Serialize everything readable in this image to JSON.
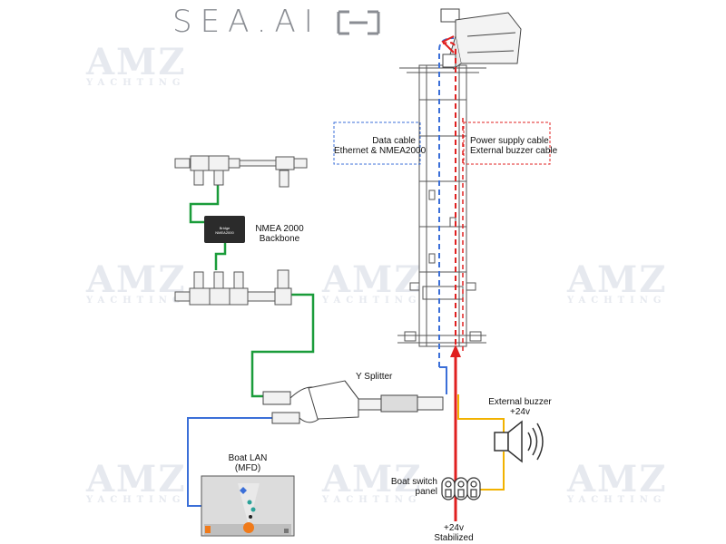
{
  "brand": {
    "logo_text": "SEA.AI",
    "watermark_main": "AMZ",
    "watermark_sub": "YACHTING"
  },
  "labels": {
    "data_cable": [
      "Data cable",
      "Ethernet & NMEA2000"
    ],
    "power_cable": [
      "Power supply cable",
      "External buzzer cable"
    ],
    "nmea_backbone": [
      "NMEA 2000",
      "Backbone"
    ],
    "y_splitter": "Y Splitter",
    "external_buzzer": [
      "External buzzer",
      "+24v"
    ],
    "boat_lan": [
      "Boat LAN",
      "(MFD)"
    ],
    "switch_panel": [
      "Boat switch",
      "panel"
    ],
    "power_source": [
      "+24v",
      "Stabilized"
    ],
    "nmea_device": [
      "Bridge",
      "NMEA2000"
    ]
  },
  "colors": {
    "data_cable": "#3b6fd8",
    "power_cable": "#e02020",
    "nmea_cable": "#1a9c3a",
    "buzzer_cable": "#f2b200",
    "device": "#2b2b2b",
    "screen_bg": "#dcdcdc",
    "orange_indicator": "#f07a1a"
  },
  "icons": [
    "sea-ai-logo-icon",
    "speaker-icon",
    "switch-panel-icon",
    "mfd-screen-icon",
    "camera-unit-icon"
  ]
}
